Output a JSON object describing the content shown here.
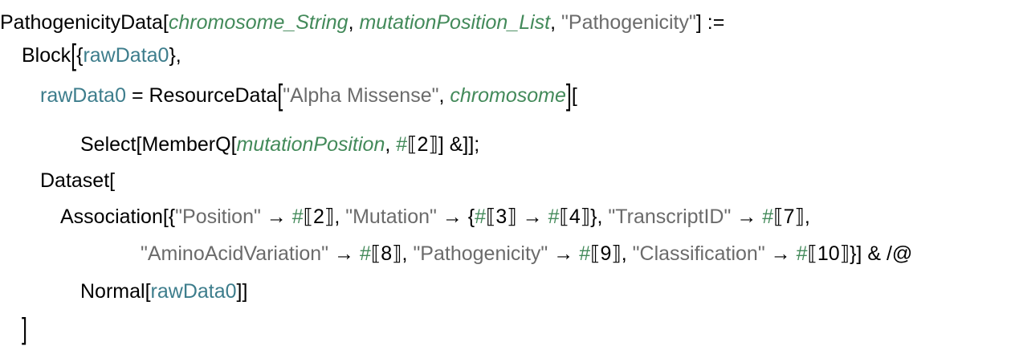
{
  "code": {
    "lines": [
      {
        "tokens": [
          {
            "t": "PathogenicityData",
            "k": "fn"
          },
          {
            "t": "[",
            "k": "op"
          },
          {
            "t": "chromosome_String",
            "k": "arg"
          },
          {
            "t": ", ",
            "k": "op"
          },
          {
            "t": "mutationPosition_List",
            "k": "arg"
          },
          {
            "t": ", ",
            "k": "op"
          },
          {
            "t": "\"Pathogenicity\"",
            "k": "str"
          },
          {
            "t": "] :=",
            "k": "op"
          }
        ]
      },
      {
        "tokens": [
          {
            "t": "Block",
            "k": "fn"
          },
          {
            "t": "[",
            "k": "op",
            "big": true
          },
          {
            "t": "{",
            "k": "op"
          },
          {
            "t": "rawData0",
            "k": "local"
          },
          {
            "t": "},",
            "k": "op"
          }
        ]
      },
      {
        "tokens": [
          {
            "t": "rawData0",
            "k": "local"
          },
          {
            "t": " = ",
            "k": "op"
          },
          {
            "t": "ResourceData",
            "k": "fn"
          },
          {
            "t": "[",
            "k": "op",
            "big": true
          },
          {
            "t": "\"Alpha Missense\"",
            "k": "str"
          },
          {
            "t": ", ",
            "k": "op"
          },
          {
            "t": "chromosome",
            "k": "arg"
          },
          {
            "t": "]",
            "k": "op",
            "big": true
          },
          {
            "t": "[",
            "k": "op"
          }
        ]
      },
      {
        "tokens": [
          {
            "t": "Select",
            "k": "fn"
          },
          {
            "t": "[",
            "k": "op"
          },
          {
            "t": "MemberQ",
            "k": "fn"
          },
          {
            "t": "[",
            "k": "op"
          },
          {
            "t": "mutationPosition",
            "k": "arg"
          },
          {
            "t": ", ",
            "k": "op"
          },
          {
            "t": "#",
            "k": "slot"
          },
          {
            "t": "⟦2⟧] &]];",
            "k": "op"
          }
        ]
      },
      {
        "tokens": [
          {
            "t": "Dataset",
            "k": "fn"
          },
          {
            "t": "[",
            "k": "op"
          }
        ]
      },
      {
        "tokens": [
          {
            "t": "Association",
            "k": "fn"
          },
          {
            "t": "[{",
            "k": "op"
          },
          {
            "t": "\"Position\"",
            "k": "str"
          },
          {
            "t": " → ",
            "k": "op"
          },
          {
            "t": "#",
            "k": "slot"
          },
          {
            "t": "⟦2⟧, ",
            "k": "op"
          },
          {
            "t": "\"Mutation\"",
            "k": "str"
          },
          {
            "t": " → {",
            "k": "op"
          },
          {
            "t": "#",
            "k": "slot"
          },
          {
            "t": "⟦3⟧ → ",
            "k": "op"
          },
          {
            "t": "#",
            "k": "slot"
          },
          {
            "t": "⟦4⟧}, ",
            "k": "op"
          },
          {
            "t": "\"TranscriptID\"",
            "k": "str"
          },
          {
            "t": " → ",
            "k": "op"
          },
          {
            "t": "#",
            "k": "slot"
          },
          {
            "t": "⟦7⟧,",
            "k": "op"
          }
        ]
      },
      {
        "tokens": [
          {
            "t": "\"AminoAcidVariation\"",
            "k": "str"
          },
          {
            "t": " → ",
            "k": "op"
          },
          {
            "t": "#",
            "k": "slot"
          },
          {
            "t": "⟦8⟧, ",
            "k": "op"
          },
          {
            "t": "\"Pathogenicity\"",
            "k": "str"
          },
          {
            "t": " → ",
            "k": "op"
          },
          {
            "t": "#",
            "k": "slot"
          },
          {
            "t": "⟦9⟧, ",
            "k": "op"
          },
          {
            "t": "\"Classification\"",
            "k": "str"
          },
          {
            "t": " → ",
            "k": "op"
          },
          {
            "t": "#",
            "k": "slot"
          },
          {
            "t": "⟦10⟧}] & /@",
            "k": "op"
          }
        ]
      },
      {
        "tokens": [
          {
            "t": "Normal",
            "k": "fn"
          },
          {
            "t": "[",
            "k": "op"
          },
          {
            "t": "rawData0",
            "k": "local"
          },
          {
            "t": "]]",
            "k": "op"
          }
        ]
      },
      {
        "tokens": [
          {
            "t": "]",
            "k": "op",
            "big": true
          }
        ]
      }
    ]
  }
}
